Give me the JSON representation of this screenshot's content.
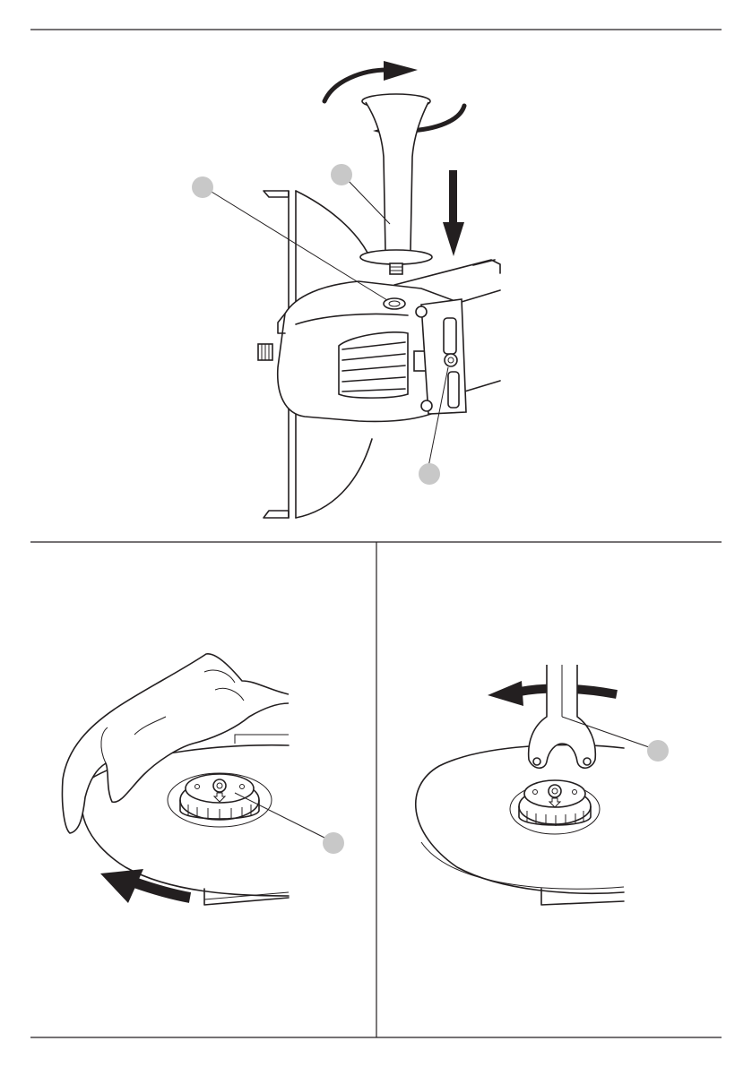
{
  "page": {
    "background": "#ffffff",
    "ink_color": "#231f20",
    "callout_color": "#c8c8c8"
  },
  "figures": [
    {
      "icon": "angle-grinder-side-handle-icon",
      "callouts": 3
    },
    {
      "icon": "hand-tighten-flange-nut-icon",
      "callouts": 1
    },
    {
      "icon": "two-pin-spanner-flange-nut-icon",
      "callouts": 1
    }
  ]
}
